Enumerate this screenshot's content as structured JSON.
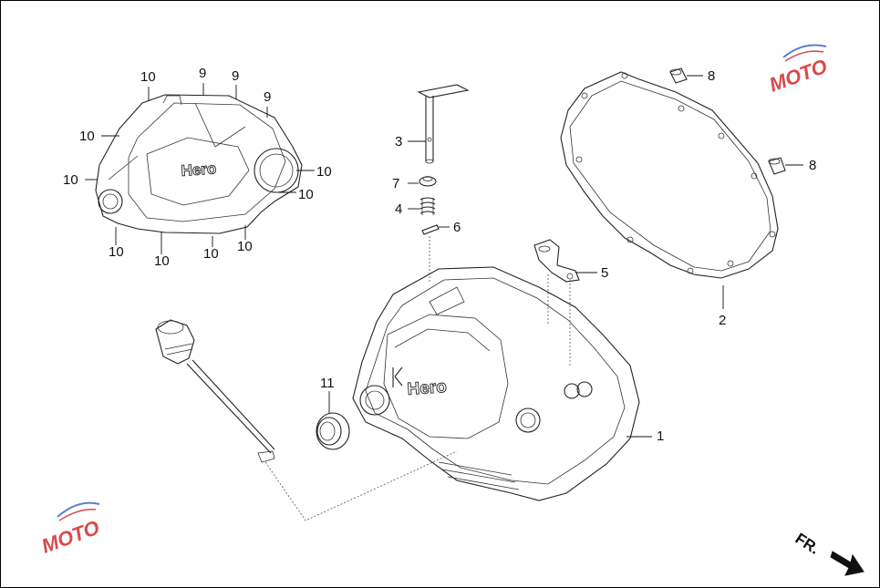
{
  "diagram": {
    "callouts": [
      {
        "id": "c1",
        "label": "1"
      },
      {
        "id": "c2",
        "label": "2"
      },
      {
        "id": "c3",
        "label": "3"
      },
      {
        "id": "c4",
        "label": "4"
      },
      {
        "id": "c5",
        "label": "5"
      },
      {
        "id": "c6",
        "label": "6"
      },
      {
        "id": "c7",
        "label": "7"
      },
      {
        "id": "c8a",
        "label": "8"
      },
      {
        "id": "c8b",
        "label": "8"
      },
      {
        "id": "c9a",
        "label": "9"
      },
      {
        "id": "c9b",
        "label": "9"
      },
      {
        "id": "c9c",
        "label": "9"
      },
      {
        "id": "c10a",
        "label": "10"
      },
      {
        "id": "c10b",
        "label": "10"
      },
      {
        "id": "c10c",
        "label": "10"
      },
      {
        "id": "c10d",
        "label": "10"
      },
      {
        "id": "c10e",
        "label": "10"
      },
      {
        "id": "c10f",
        "label": "10"
      },
      {
        "id": "c10g",
        "label": "10"
      },
      {
        "id": "c10h",
        "label": "10"
      },
      {
        "id": "c10i",
        "label": "10"
      },
      {
        "id": "c11",
        "label": "11"
      }
    ],
    "brand_text": "Hero",
    "direction_label": "FR.",
    "watermark_text": "MOTO",
    "colors": {
      "line": "#222222",
      "watermark_red": "#d94a4a",
      "watermark_blue": "#5c7fd1"
    }
  }
}
